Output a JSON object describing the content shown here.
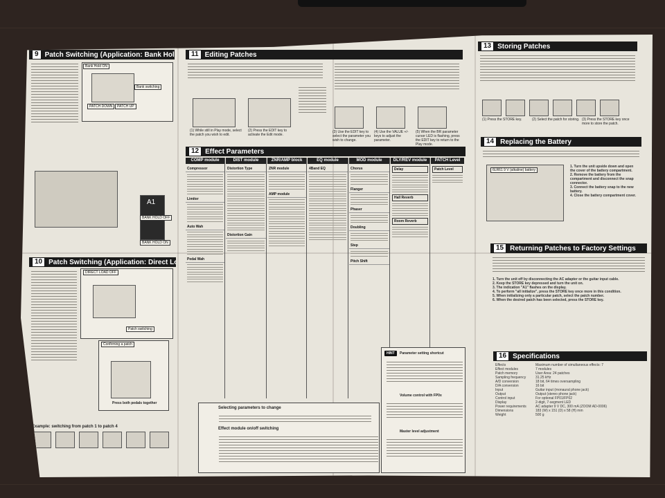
{
  "sections": {
    "s9": {
      "num": "9",
      "title": "Patch Switching (Application: Bank Hold ON)"
    },
    "s10": {
      "num": "10",
      "title": "Patch Switching (Application: Direct Load OFF)"
    },
    "s11": {
      "num": "11",
      "title": "Editing Patches"
    },
    "s12": {
      "num": "12",
      "title": "Effect Parameters"
    },
    "s13": {
      "num": "13",
      "title": "Storing Patches"
    },
    "s14": {
      "num": "14",
      "title": "Replacing the Battery"
    },
    "s15": {
      "num": "15",
      "title": "Returning Patches to Factory Settings"
    },
    "s16": {
      "num": "16",
      "title": "Specifications"
    }
  },
  "s9_labels": {
    "bank_hold": "Bank Hold ON",
    "patch_down": "PATCH DOWN",
    "patch_up": "PATCH UP",
    "bank_switching": "Bank switching",
    "bank_hold_off": "BANK HOLD OFF",
    "bank_hold_on": "BANK HOLD ON",
    "display_a": "A1"
  },
  "s10_labels": {
    "direct_load_off": "DIRECT LOAD OFF",
    "patch_switching": "Patch switching",
    "confirming": "Confirming a patch",
    "press_both": "Press both pedals together",
    "example": "Example: switching from patch 1 to patch 4"
  },
  "s11_captions": {
    "c1": "(1) While still in Play mode, select the patch you wish to edit.",
    "c2": "(2) Press the EDIT key to activate the Edit mode.",
    "c3": "(3) Use the EDIT key to select the parameter you wish to change.",
    "c4": "(4) Use the VALUE +/- keys to adjust the parameter.",
    "c5": "(5) When the BR parameter cursor LED is flashing, press the EDIT key to return to the Play mode."
  },
  "modules": [
    {
      "name": "COMP module",
      "params": [
        "Compressor",
        "Limiter",
        "Auto Wah",
        "Pedal Wah"
      ]
    },
    {
      "name": "DIST module",
      "params": [
        "Distortion Type",
        "Distortion Gain"
      ]
    },
    {
      "name": "ZNR/AMP block",
      "params": [
        "ZNR module",
        "AMP module"
      ]
    },
    {
      "name": "EQ module",
      "params": [
        "4Band EQ"
      ]
    },
    {
      "name": "MOD module",
      "params": [
        "Chorus",
        "Flanger",
        "Phaser",
        "Doubling",
        "Step",
        "Pitch Shift"
      ]
    },
    {
      "name": "DLY/REV module",
      "params": [
        "Delay",
        "Hall Reverb",
        "Room Reverb"
      ]
    },
    {
      "name": "PATCH Level",
      "params": [
        "Patch Level"
      ]
    }
  ],
  "s12_notes": {
    "selecting": "Selecting parameters to change",
    "on_off": "Effect module on/off switching",
    "shortcut": "Parameter setting shortcut",
    "volume": "Volume control with FP0x",
    "master": "Master level adjustment"
  },
  "s13_captions": {
    "c1": "(1) Press the STORE key.",
    "c2": "(2) Select the patch for storing.",
    "c3": "(3) Press the STORE key once more to store the patch."
  },
  "s14_steps": [
    "1. Turn the unit upside down and open the cover of the battery compartment.",
    "2. Remove the battery from the compartment and disconnect the snap connector.",
    "3. Connect the battery snap to the new battery.",
    "4. Close the battery compartment cover."
  ],
  "s14_labels": {
    "battery": "6LR61 9 V (alkaline) battery"
  },
  "s15_steps": [
    "1. Turn the unit off by disconnecting the AC adapter or the guitar input cable.",
    "2. Keep the STORE key depressed and turn the unit on.",
    "3. The indication \"A1\" flashes on the display.",
    "4. To perform \"all initialize\", press the STORE key once more in this condition.",
    "5. When initializing only a particular patch, select the patch number.",
    "6. When the desired patch has been selected, press the STORE key."
  ],
  "specs": [
    [
      "Effects",
      "Maximum number of simultaneous effects: 7"
    ],
    [
      "Effect modules",
      "7 modules"
    ],
    [
      "Patch memory",
      "User Area: 24 patches"
    ],
    [
      "Sampling frequency",
      "31.25 kHz"
    ],
    [
      "A/D conversion",
      "18 bit, 64 times oversampling"
    ],
    [
      "D/A conversion",
      "16 bit"
    ],
    [
      "Input",
      "Guitar input (monaural phone jack)"
    ],
    [
      "Output",
      "Output (stereo phone jack)"
    ],
    [
      "Control input",
      "For optional FP01/FP02"
    ],
    [
      "Display",
      "2-digit, 7-segment LED"
    ],
    [
      "Power requirements",
      "AC adapter 9 V DC, 300 mA (ZOOM AD-0006)"
    ],
    [
      "Dimensions",
      "183 (W) x 151 (D) x 58 (H) mm"
    ],
    [
      "Weight",
      "500 g"
    ]
  ]
}
